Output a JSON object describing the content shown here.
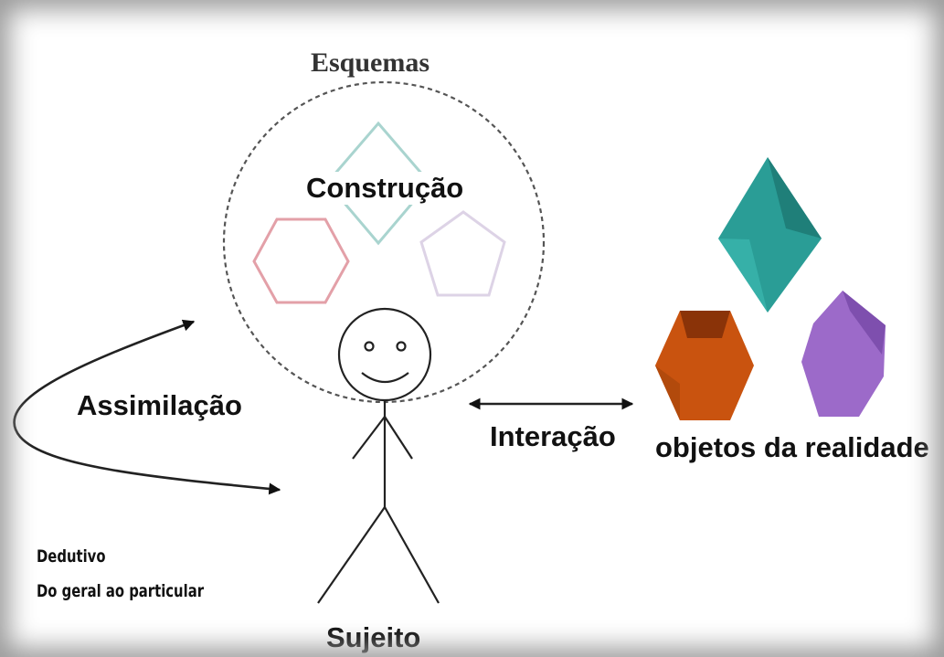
{
  "labels": {
    "schemes": "Esquemas",
    "construction": "Construção",
    "assimilation": "Assimilação",
    "interaction": "Interação",
    "reality_objects": "objetos da realidade",
    "subject": "Sujeito",
    "deductive": "Dedutivo",
    "general_to_particular": "Do geral ao particular"
  },
  "colors": {
    "outline_diamond": "#a9d4cf",
    "outline_hexagon": "#e3a0a8",
    "outline_pentagon": "#ddd3e6",
    "solid_diamond": "#2a9d96",
    "solid_hexagon": "#c9530f",
    "solid_pentagon": "#9c6ac9"
  }
}
